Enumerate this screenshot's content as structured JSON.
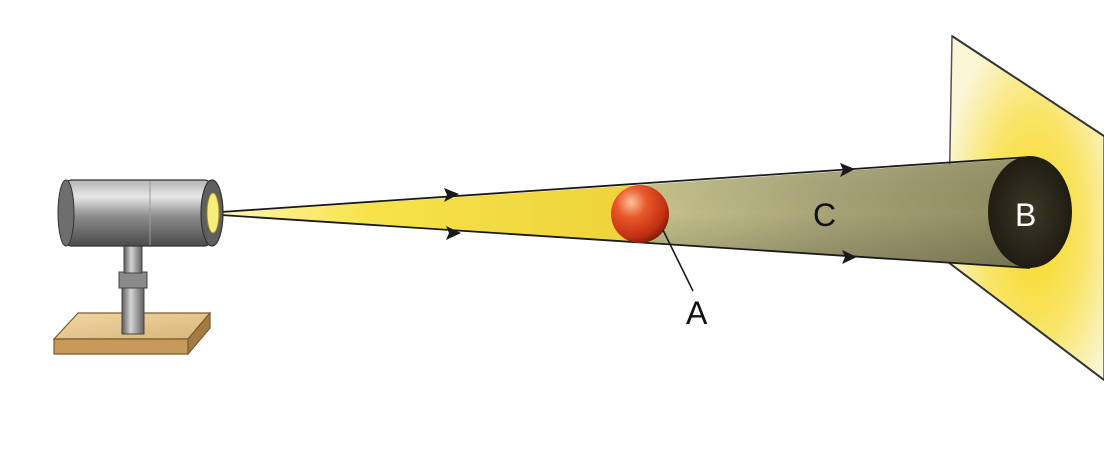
{
  "labels": {
    "ball": "A",
    "shadow": "B",
    "cone": "C"
  },
  "colors": {
    "light_beam": "#f6e34a",
    "cone_shadow": "#a6a277",
    "screen_glow": "#f7d81e",
    "ball": "#e0441d",
    "umbra": "#2f2b1c",
    "torch_body": "#7c7c7c",
    "stand_base": "#e2c088"
  },
  "icons": {
    "light_source": "flashlight-icon",
    "arrow": "arrowhead-icon"
  }
}
